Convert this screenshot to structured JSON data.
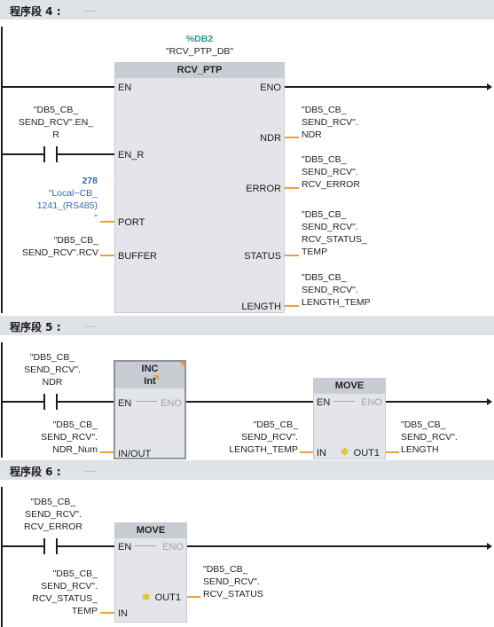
{
  "networks": [
    {
      "title": "程序段 4 :",
      "comment": "....."
    },
    {
      "title": "程序段 5 :",
      "comment": "....."
    },
    {
      "title": "程序段 6 :",
      "comment": "....."
    }
  ],
  "n4": {
    "db_addr": "%DB2",
    "db_name": "\"RCV_PTP_DB\"",
    "block_name": "RCV_PTP",
    "pin_en": "EN",
    "pin_eno": "ENO",
    "pin_en_r": "EN_R",
    "pin_port": "PORT",
    "pin_buffer": "BUFFER",
    "pin_ndr": "NDR",
    "pin_error": "ERROR",
    "pin_status": "STATUS",
    "pin_length": "LENGTH",
    "contact_label": "\"DB5_CB_\nSEND_RCV\".EN_\nR",
    "port_value": "278",
    "port_name": "\"Local~CB_\n1241_(RS485)\n\"",
    "buffer_op": "\"DB5_CB_\nSEND_RCV\".RCV",
    "ndr_op": "\"DB5_CB_\nSEND_RCV\".\nNDR",
    "error_op": "\"DB5_CB_\nSEND_RCV\".\nRCV_ERROR",
    "status_op": "\"DB5_CB_\nSEND_RCV\".\nRCV_STATUS_\nTEMP",
    "length_op": "\"DB5_CB_\nSEND_RCV\".\nLENGTH_TEMP"
  },
  "n5": {
    "contact_label": "\"DB5_CB_\nSEND_RCV\".\nNDR",
    "inc_name": "INC",
    "inc_type": "Int",
    "pin_en": "EN",
    "pin_eno": "ENO",
    "pin_inout": "IN/OUT",
    "inout_op": "\"DB5_CB_\nSEND_RCV\".\nNDR_Num",
    "move_name": "MOVE",
    "move_en": "EN",
    "move_eno": "ENO",
    "move_in": "IN",
    "move_out": "OUT1",
    "move_in_op": "\"DB5_CB_\nSEND_RCV\".\nLENGTH_TEMP",
    "move_out_op": "\"DB5_CB_\nSEND_RCV\".\nLENGTH"
  },
  "n6": {
    "contact_label": "\"DB5_CB_\nSEND_RCV\".\nRCV_ERROR",
    "move_name": "MOVE",
    "move_en": "EN",
    "move_eno": "ENO",
    "move_in": "IN",
    "move_out": "OUT1",
    "move_in_op": "\"DB5_CB_\nSEND_RCV\".\nRCV_STATUS_\nTEMP",
    "move_out_op": "\"DB5_CB_\nSEND_RCV\".\nRCV_STATUS"
  },
  "colors": {
    "header_bg": "#dfe2e6",
    "block_bg": "#e3e5ea",
    "wire": "#1b1b1b",
    "param_orange": "#f0a030",
    "const_blue": "#2e6bb5",
    "db_teal": "#249e8c"
  }
}
